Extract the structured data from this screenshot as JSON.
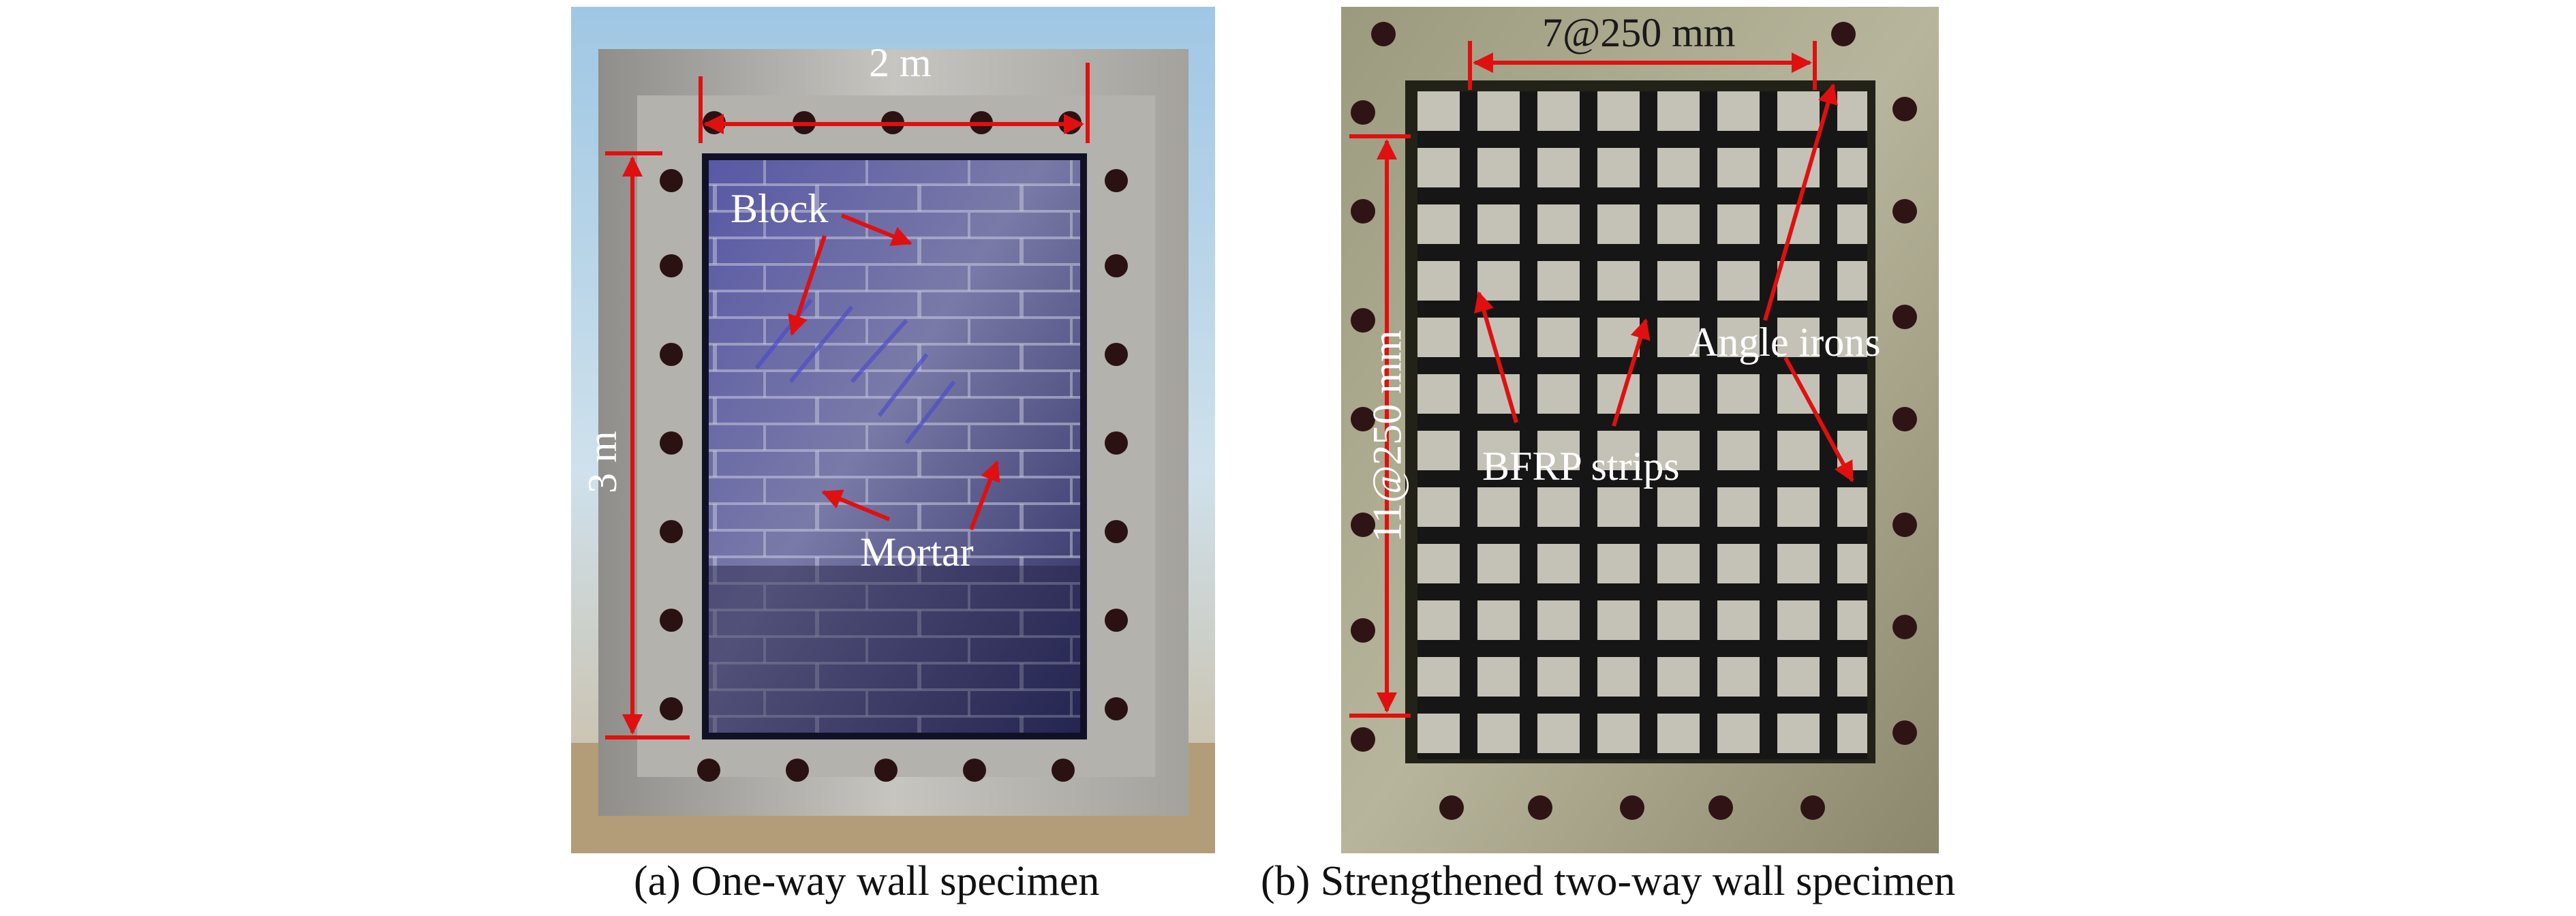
{
  "panels": {
    "a": {
      "caption": "(a) One-way wall specimen",
      "labels": {
        "width_dim": "2 m",
        "height_dim": "3 m",
        "block": "Block",
        "mortar": "Mortar"
      }
    },
    "b": {
      "caption": "(b) Strengthened two-way wall specimen",
      "labels": {
        "horizontal_dim": "7@250 mm",
        "vertical_dim": "11@250 mm",
        "angle_irons": "Angle irons",
        "bfrp_strips": "BFRP strips"
      }
    }
  },
  "colors": {
    "annotation_arrow": "#e01010",
    "annotation_text": "#ffffff",
    "caption_text": "#111111",
    "concrete_frame": "#b9b8b3",
    "masonry_wall": "#3c3c88",
    "bfrp_grid": "#1a1a1a",
    "bolt": "#2a1212"
  }
}
